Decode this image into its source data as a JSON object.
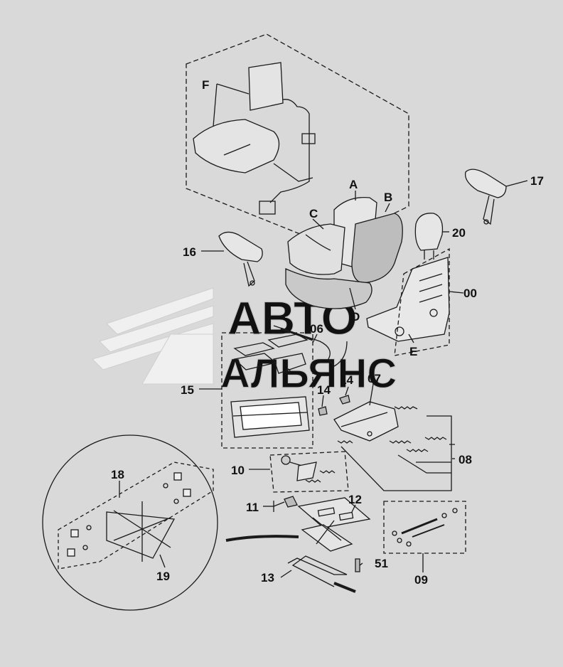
{
  "colors": {
    "background": "#d9d9d9",
    "line": "#1a1a1a",
    "watermark": "#f2f2f2",
    "cushion_fill": "#bdbdbd"
  },
  "watermark": {
    "line1": "АВТО",
    "line2": "АЛЬЯНС"
  },
  "callouts": {
    "A": "A",
    "B": "B",
    "C": "C",
    "D": "D",
    "E": "E",
    "F": "F",
    "p00": "00",
    "p06": "06",
    "p07": "07",
    "p08": "08",
    "p09": "09",
    "p10": "10",
    "p11": "11",
    "p12": "12",
    "p13": "13",
    "p14a": "14",
    "p14b": "14",
    "p15": "15",
    "p16": "16",
    "p17": "17",
    "p18": "18",
    "p19": "19",
    "p20": "20",
    "p51": "51"
  }
}
